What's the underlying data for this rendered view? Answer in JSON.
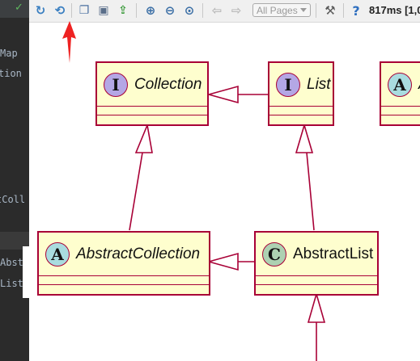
{
  "editor": {
    "lines": [
      "Map",
      "tion",
      "tColl",
      "Abstr",
      "List"
    ]
  },
  "toolbar": {
    "pages_label": "All Pages",
    "timing": "817ms [1,0"
  },
  "diagram": {
    "classes": {
      "collection": {
        "name": "Collection",
        "stereotype": "I"
      },
      "list": {
        "name": "List",
        "stereotype": "I"
      },
      "abstract_partial": {
        "name": "A",
        "stereotype": "A"
      },
      "abstract_collection": {
        "name": "AbstractCollection",
        "stereotype": "A"
      },
      "abstract_list": {
        "name": "AbstractList",
        "stereotype": "C"
      }
    }
  }
}
